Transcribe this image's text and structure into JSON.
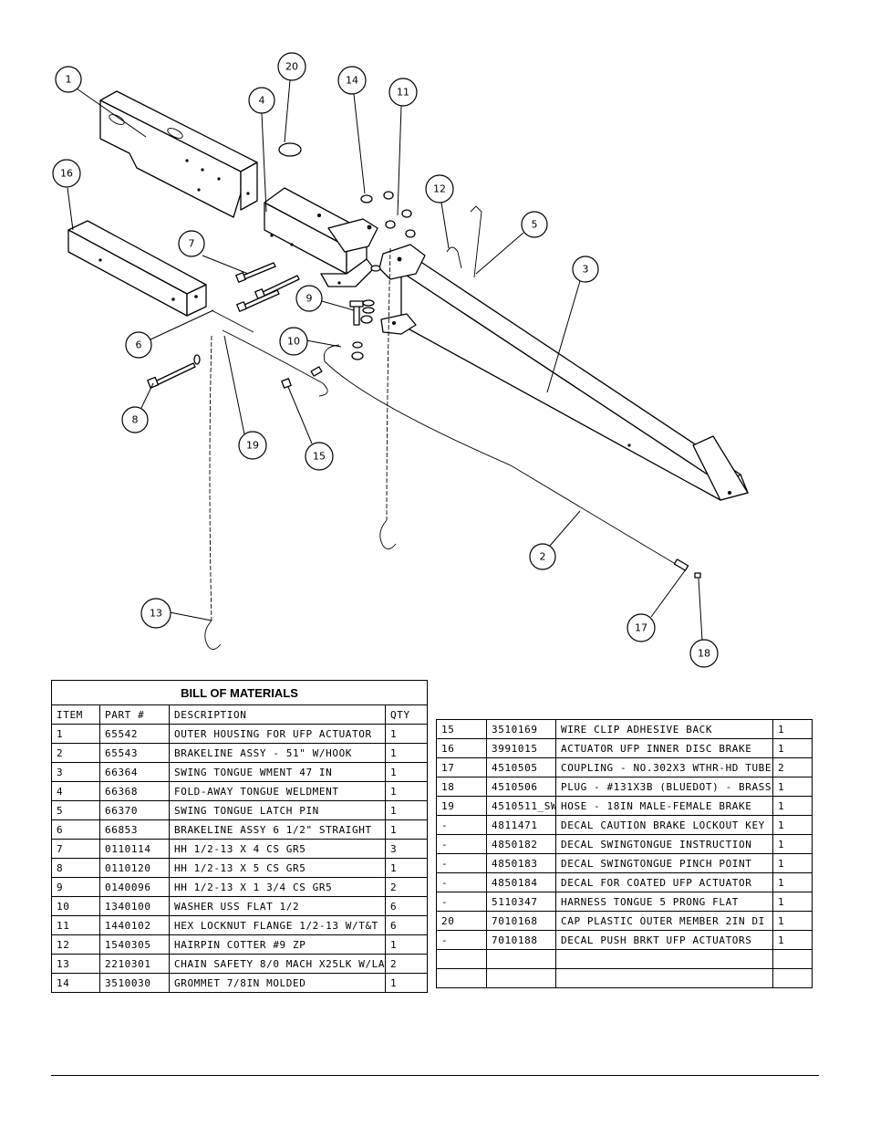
{
  "callouts": [
    "1",
    "2",
    "3",
    "4",
    "5",
    "6",
    "7",
    "8",
    "9",
    "10",
    "11",
    "12",
    "13",
    "14",
    "15",
    "16",
    "17",
    "18",
    "19",
    "20"
  ],
  "bom": {
    "title": "BILL OF MATERIALS",
    "headers": [
      "ITEM",
      "PART #",
      "DESCRIPTION",
      "QTY"
    ],
    "left_rows": [
      [
        "1",
        "65542",
        "OUTER HOUSING FOR UFP ACTUATOR",
        "1"
      ],
      [
        "2",
        "65543",
        "BRAKELINE ASSY - 51\" W/HOOK",
        "1"
      ],
      [
        "3",
        "66364",
        "SWING TONGUE WMENT 47 IN",
        "1"
      ],
      [
        "4",
        "66368",
        "FOLD-AWAY TONGUE WELDMENT",
        "1"
      ],
      [
        "5",
        "66370",
        "SWING TONGUE LATCH PIN",
        "1"
      ],
      [
        "6",
        "66853",
        "BRAKELINE ASSY 6 1/2\" STRAIGHT",
        "1"
      ],
      [
        "7",
        "0110114",
        "HH 1/2-13 X 4 CS GR5",
        "3"
      ],
      [
        "8",
        "0110120",
        "HH 1/2-13 X 5 CS GR5",
        "1"
      ],
      [
        "9",
        "0140096",
        "HH 1/2-13 X 1 3/4 CS GR5",
        "2"
      ],
      [
        "10",
        "1340100",
        "WASHER USS FLAT 1/2",
        "6"
      ],
      [
        "11",
        "1440102",
        "HEX LOCKNUT FLANGE 1/2-13 W/T&T",
        "6"
      ],
      [
        "12",
        "1540305",
        "HAIRPIN COTTER #9 ZP",
        "1"
      ],
      [
        "13",
        "2210301",
        "CHAIN SAFETY 8/0 MACH X25LK W/LA",
        "2"
      ],
      [
        "14",
        "3510030",
        "GROMMET  7/8IN MOLDED",
        "1"
      ]
    ],
    "right_rows": [
      [
        "15",
        "3510169",
        "WIRE CLIP   ADHESIVE BACK",
        "1"
      ],
      [
        "16",
        "3991015",
        "ACTUATOR UFP INNER  DISC BRAKE",
        "1"
      ],
      [
        "17",
        "4510505",
        "COUPLING - NO.302X3 WTHR-HD TUBE",
        "2"
      ],
      [
        "18",
        "4510506",
        "PLUG - #131X3B (BLUEDOT) - BRASS",
        "1"
      ],
      [
        "19",
        "4510511_SW",
        "HOSE - 18IN MALE-FEMALE BRAKE",
        "1"
      ],
      [
        "-",
        "4811471",
        "DECAL CAUTION BRAKE LOCKOUT KEY",
        "1"
      ],
      [
        "-",
        "4850182",
        "DECAL SWINGTONGUE INSTRUCTION",
        "1"
      ],
      [
        "-",
        "4850183",
        "DECAL SWINGTONGUE PINCH POINT",
        "1"
      ],
      [
        "-",
        "4850184",
        "DECAL FOR COATED UFP ACTUATOR",
        "1"
      ],
      [
        "-",
        "5110347",
        "HARNESS  TONGUE 5 PRONG FLAT",
        "1"
      ],
      [
        "20",
        "7010168",
        "CAP  PLASTIC OUTER MEMBER 2IN DI",
        "1"
      ],
      [
        "-",
        "7010188",
        "DECAL PUSH BRKT UFP ACTUATORS",
        "1"
      ],
      [
        "",
        "",
        "",
        ""
      ],
      [
        "",
        "",
        "",
        ""
      ]
    ]
  }
}
